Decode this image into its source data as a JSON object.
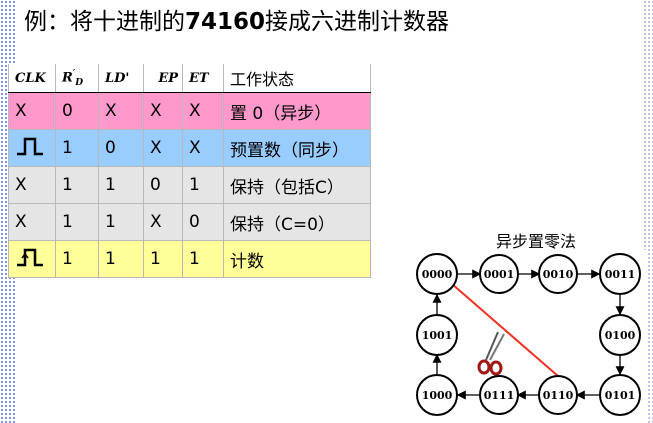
{
  "title": {
    "prefix": "例：将十进制的",
    "chip": "74160",
    "suffix": "接成六进制计数器"
  },
  "table": {
    "headers": [
      "CLK",
      "R'D",
      "LD'",
      "EP",
      "ET",
      "工作状态"
    ],
    "rows": [
      {
        "clk": "X",
        "rd": "0",
        "ld": "X",
        "ep": "X",
        "et": "X",
        "state": "置 0（异步）"
      },
      {
        "clk": "rising-edge-pulse",
        "rd": "1",
        "ld": "0",
        "ep": "X",
        "et": "X",
        "state": "预置数（同步）"
      },
      {
        "clk": "X",
        "rd": "1",
        "ld": "1",
        "ep": "0",
        "et": "1",
        "state": "保持（包括C）"
      },
      {
        "clk": "X",
        "rd": "1",
        "ld": "1",
        "ep": "X",
        "et": "0",
        "state": "保持（C=0）"
      },
      {
        "clk": "rising-edge-pulse",
        "rd": "1",
        "ld": "1",
        "ep": "1",
        "et": "1",
        "state": "计数"
      }
    ],
    "row_colors": [
      "#ff99cc",
      "#99ccff",
      "#e5e5e5",
      "#e5e5e5",
      "#ffff99"
    ]
  },
  "diagram": {
    "title": "异步置零法",
    "states": [
      "0000",
      "0001",
      "0010",
      "0011",
      "0100",
      "0101",
      "0110",
      "0111",
      "1000",
      "1001"
    ],
    "reset_line_color": "#ee3322",
    "icon": "scissors-icon"
  }
}
